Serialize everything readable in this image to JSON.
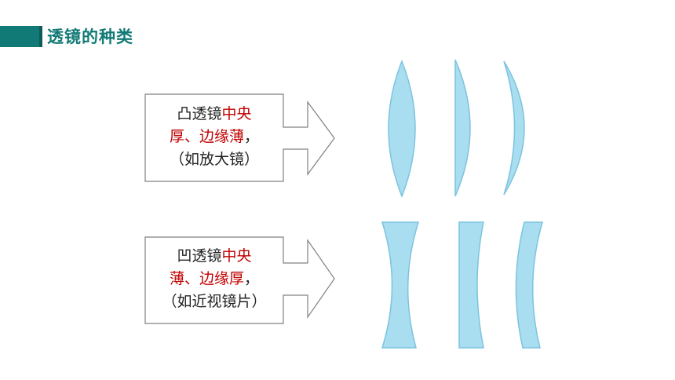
{
  "header": {
    "title": "透镜的种类"
  },
  "convex": {
    "line1_a": "凸透镜",
    "line1_b": "中央",
    "line2_a": "厚、边缘薄",
    "line2_b": "，",
    "line3": "（如放大镜）"
  },
  "concave": {
    "line1_a": "凹透镜",
    "line1_b": "中央",
    "line2_a": "薄、边缘厚",
    "line2_b": "，",
    "line3": "（如近视镜片）"
  },
  "colors": {
    "accent": "#127a76",
    "highlight": "#c00000",
    "lens_fill": "#a9ddf0",
    "lens_stroke": "#7cc4de"
  }
}
